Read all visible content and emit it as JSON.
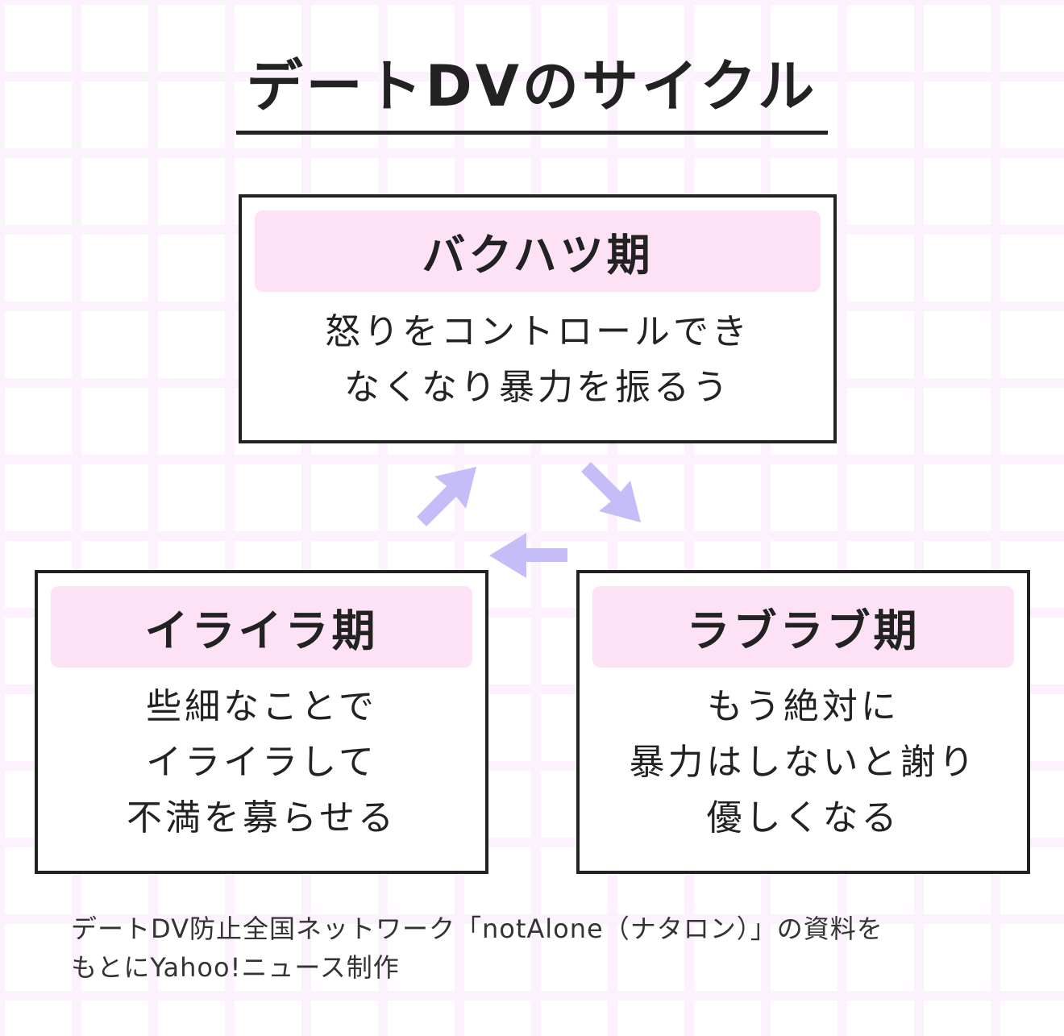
{
  "title": "デートDVのサイクル",
  "phases": [
    {
      "name": "バクハツ期",
      "lines": [
        "怒りをコントロールでき",
        "なくなり暴力を振るう"
      ]
    },
    {
      "name": "イライラ期",
      "lines": [
        "些細なことで",
        "イライラして",
        "不満を募らせる"
      ]
    },
    {
      "name": "ラブラブ期",
      "lines": [
        "もう絶対に",
        "暴力はしないと謝り",
        "優しくなる"
      ]
    }
  ],
  "cycle_order": [
    "イライラ期",
    "バクハツ期",
    "ラブラブ期"
  ],
  "footer": {
    "lines": [
      "デートDV防止全国ネットワーク「notAlone（ナタロン）」の資料を",
      "もとにYahoo!ニュース制作"
    ]
  },
  "colors": {
    "header_bg": "#fde2f6",
    "arrow": "#c4bdf7",
    "grid": "#fcf2fd",
    "border": "#222222"
  }
}
